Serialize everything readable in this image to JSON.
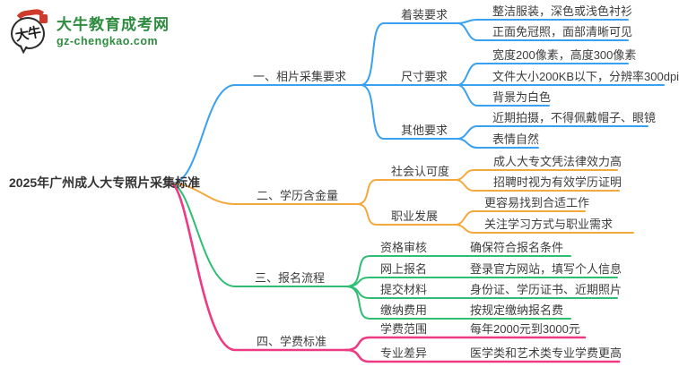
{
  "logo": {
    "title": "大牛教育成考网",
    "domain": "gz-chengkao.com",
    "icon_text": "大牛",
    "brand_color": "#2e8b3f",
    "seal_color": "#ce3a2b"
  },
  "central": {
    "label": "2025年广州成人大专照片采集标准"
  },
  "branch_colors": {
    "photo": "#3aa0f0",
    "value": "#f5a93c",
    "process": "#2dbe73",
    "tuition": "#ef3a83"
  },
  "branches": [
    {
      "label": "一、相片采集要求",
      "color": "#3aa0f0",
      "children": [
        {
          "label": "着装要求",
          "leaves": [
            "整洁服装，深色或浅色衬衫",
            "正面免冠照，面部清晰可见"
          ]
        },
        {
          "label": "尺寸要求",
          "leaves": [
            "宽度200像素，高度300像素",
            "文件大小200KB以下，分辨率300dpi",
            "背景为白色"
          ]
        },
        {
          "label": "其他要求",
          "leaves": [
            "近期拍摄，不得佩戴帽子、眼镜",
            "表情自然"
          ]
        }
      ]
    },
    {
      "label": "二、学历含金量",
      "color": "#f5a93c",
      "children": [
        {
          "label": "社会认可度",
          "leaves": [
            "成人大专文凭法律效力高",
            "招聘时视为有效学历证明"
          ]
        },
        {
          "label": "职业发展",
          "leaves": [
            "更容易找到合适工作",
            "关注学习方式与职业需求"
          ]
        }
      ]
    },
    {
      "label": "三、报名流程",
      "color": "#2dbe73",
      "children": [
        {
          "label": "资格审核",
          "leaves": [
            "确保符合报名条件"
          ]
        },
        {
          "label": "网上报名",
          "leaves": [
            "登录官方网站，填写个人信息"
          ]
        },
        {
          "label": "提交材料",
          "leaves": [
            "身份证、学历证书、近期照片"
          ]
        },
        {
          "label": "缴纳费用",
          "leaves": [
            "按规定缴纳报名费"
          ]
        }
      ]
    },
    {
      "label": "四、学费标准",
      "color": "#ef3a83",
      "children": [
        {
          "label": "学费范围",
          "leaves": [
            "每年2000元到3000元"
          ]
        },
        {
          "label": "专业差异",
          "leaves": [
            "医学类和艺术类专业学费更高"
          ]
        }
      ]
    }
  ]
}
